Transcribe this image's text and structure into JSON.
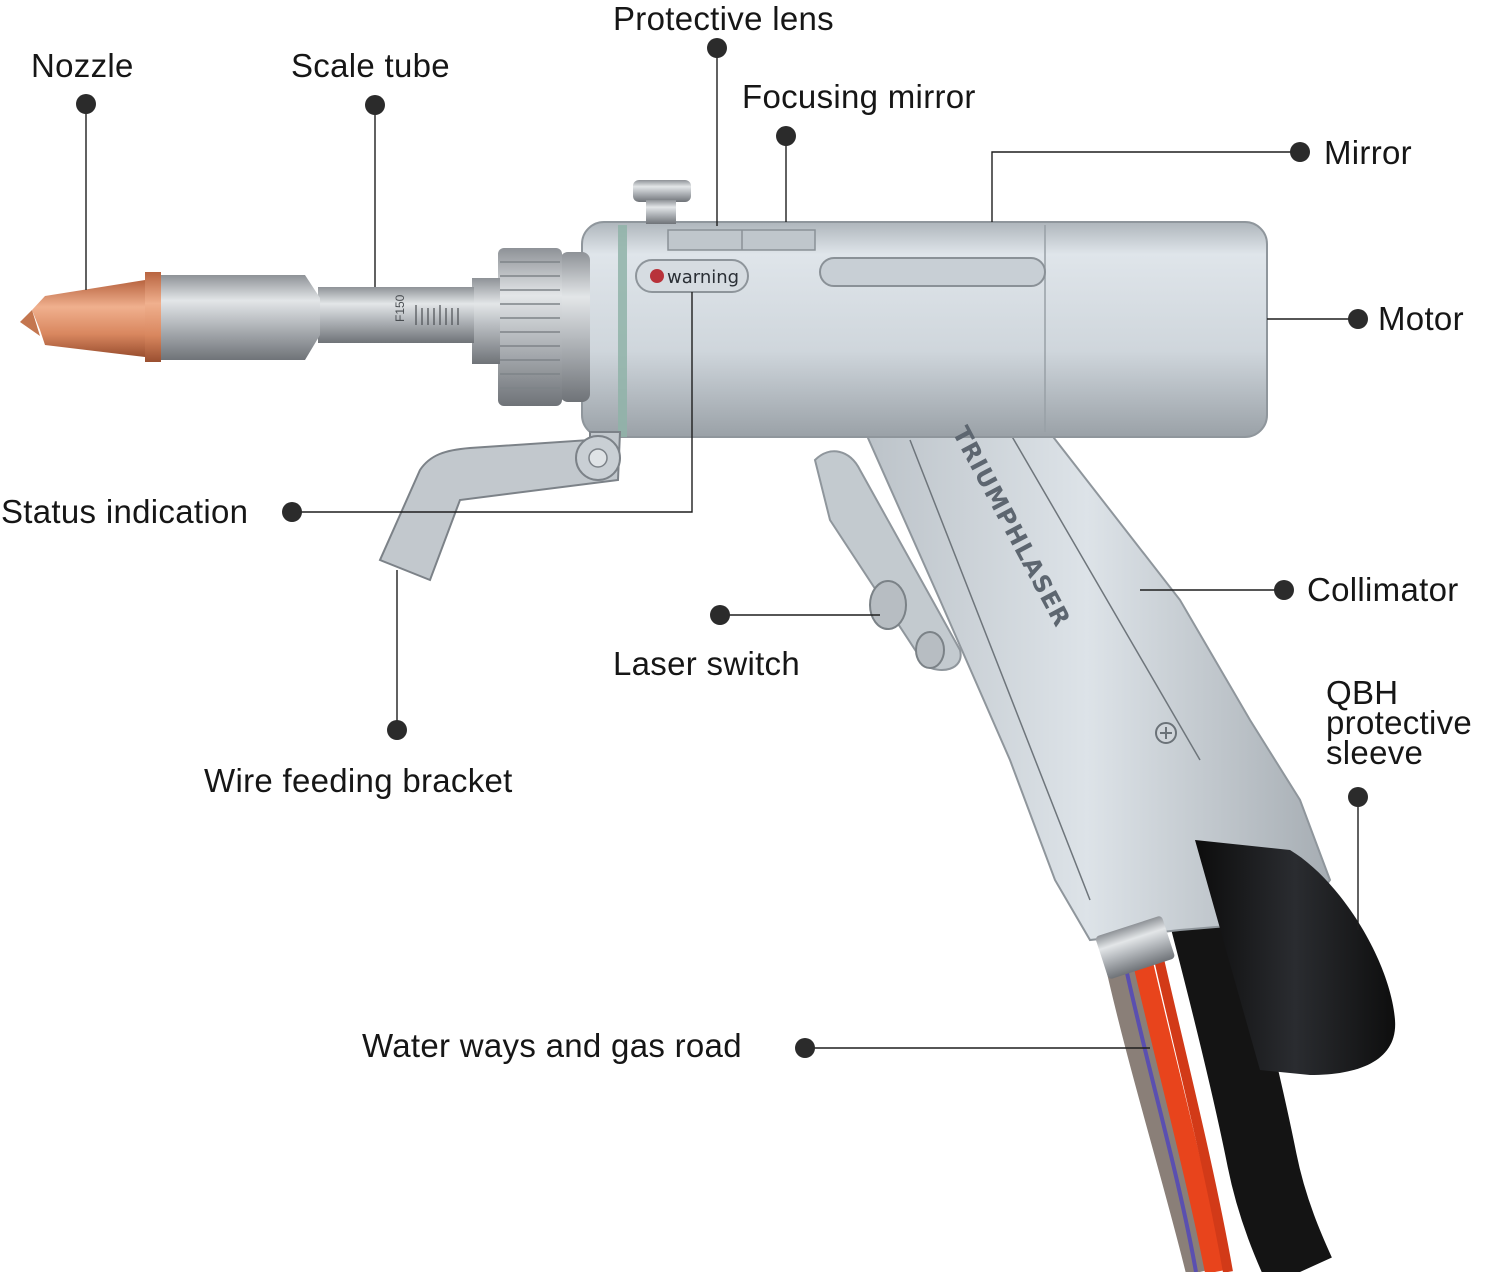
{
  "diagram": {
    "subject": "Handheld laser welding gun",
    "brand_text": "TRIUMPHLASER",
    "warning_badge_text": "warning",
    "scale_tube_marking": "F150",
    "colors": {
      "background": "#ffffff",
      "label_text": "#161616",
      "leader_line": "#1e1e1e",
      "callout_dot": "#2b2b2b",
      "body_silver": "#c9d0d6",
      "nozzle_copper": "#d98a62",
      "sleeve_black": "#151515",
      "hose_orange": "#e8441c",
      "brand_text": "#5d6670",
      "warning_led": "#b8323a"
    }
  },
  "callouts": [
    {
      "id": "nozzle",
      "label": "Nozzle"
    },
    {
      "id": "scale-tube",
      "label": "Scale tube"
    },
    {
      "id": "protective-lens",
      "label": "Protective lens"
    },
    {
      "id": "focusing-mirror",
      "label": "Focusing mirror"
    },
    {
      "id": "mirror",
      "label": "Mirror"
    },
    {
      "id": "motor",
      "label": "Motor"
    },
    {
      "id": "status-indication",
      "label": "Status indication"
    },
    {
      "id": "collimator",
      "label": "Collimator"
    },
    {
      "id": "laser-switch",
      "label": "Laser switch"
    },
    {
      "id": "qbh-protective-sleeve",
      "label": "QBH protective sleeve",
      "lines": [
        "QBH",
        "protective",
        "sleeve"
      ]
    },
    {
      "id": "wire-feeding-bracket",
      "label": "Wire feeding bracket"
    },
    {
      "id": "water-ways-gas-road",
      "label": "Water ways and gas road"
    }
  ]
}
